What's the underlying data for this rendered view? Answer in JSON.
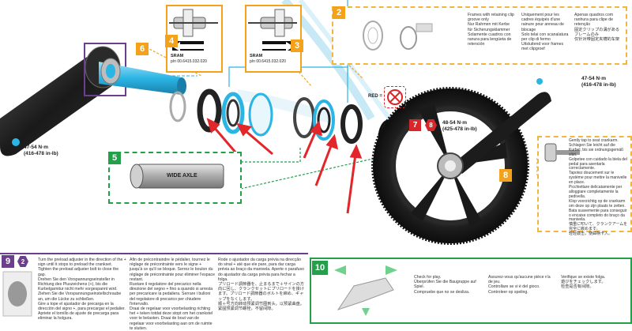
{
  "colors": {
    "orange": "#f4a21a",
    "green": "#22a04a",
    "purple": "#6b3f8e",
    "red": "#d9262b",
    "blue": "#2bb5e5"
  },
  "steps": {
    "s2": "2",
    "s3": "3",
    "s4": "4",
    "s5": "5",
    "s6": "6",
    "s7": "7",
    "s8": "8",
    "s9": "9",
    "s10": "10"
  },
  "hex": {
    "h8": "8",
    "h2": "2"
  },
  "tools": {
    "sram_label": "SRAM",
    "sram_pn": "p/n 00.6415.032.020",
    "wide_axle": "WIDE AXLE",
    "red_eq": "RED ="
  },
  "torque": {
    "left": "47-54 N·m\n(416-478 in-lb)",
    "right": "47-54 N·m\n(416-478 in-lb)",
    "chainring": "48-54 N·m\n(425-478 in-lb)"
  },
  "step2": {
    "col1": "Frames with retaining clip groove only\nNur Rahmen mit Kerbe für Sicherungsklammer\nSolamente cuadros con ranura para lengüeta de retención",
    "col2": "Uniquement pour les cadres équipés d'une rainure pour anneau de blocage\nSolo telai con scanalatura per clip di fermo\nUitsluitend voor frames met clipgroef",
    "col3": "Apenas quadros com ranhura para clipe de retenção\n固定クリップの溝があるフレームのみ\n仅针对带固定夹槽的车架"
  },
  "step8": "Gently tap to seat crankarm.\nSchlagen Sie leicht auf die Kurbel, bis sie ordnungsgemäß sitzt.\nGolpetee con cuidado la biela del pedal para asentarla correctamente.\nTapotez doucement sur le système pour mettre la manivelle en place.\nPicchiettare delicatamente per alloggiare completamente la pedivella.\nKlop voorzichtig op de crankarm om deze op zijn plaats te zetten.\nBata suavemente para conseguir o encaixe completo do braço da manivela.\n慎重に叩いて、クランクアームを完全に嵌めます。\n轻轻敲击，使曲柄卡入。",
  "step9": {
    "col1": "Turn the preload adjuster in the direction of the + sign until it stops to preload the crankset. Tighten the preload adjuster bolt to close the gap.\nDrehen Sie den Vorspannungseinsteller in Richtung des Pluszeichens (+), bis die Kurbelgarnitur nicht mehr vorgespannt wird. Ziehen Sie die Vorspannungseinstellschraube an, um die Lücke zu schließen.\nGire a tope el ajustador de precarga en la dirección del signo +, para precargar el pedalier. Apriete el tornillo de ajuste de precarga para eliminar la holgura.",
    "col2": "Afin de précontraindre le pédalier, tournez le réglage de précontrainte vers le signe + jusqu'à ce qu'il se bloque. Serrez le boulon du réglage de précontrainte pour éliminer l'espace restant.\nRuotare il regolatore del precarico nella direzione del segno + fino a quando si arresta per precaricare la pedaliera. Serrare i bulloni del regolatore di precarico per chiudere l'intervallo.\nDraai de regelaar voor voorbelasting richting het + teken totdat deze stopt om het crankstel voor te belasten. Draai de bout van de regelaar voor voorbelasting aan om de ruimte te sluiten.",
    "col3": "Rode o ajustador da carga prévia na direcção do sinal + até que ele pare, para dar carga prévia ao braço da manivela. Aperte o parafuso do ajustador da carga prévia para fechar a folga.\nプリロード調節器を、止まるまで＋サインの方向に回し、クランクセットにプリロードを掛けます。プリロード調節器のボルトを締め、ギャップをなくします。\n顺＋号方向转动预紧调节圈到头，以预紧曲盘。紧固预紧调节螺栓，不留间隙。"
  },
  "step10": {
    "col1": "Check for play.\nÜberprüfen Sie die Baugruppe auf Spiel.\nCompruebe que no se desliza.",
    "col2": "Assurez-vous qu'aucune pièce n'a de jeu.\nControllare se vi è del gioco.\nControleer op speling.",
    "col3": "Verifique se existe folga.\n遊びをチェックします。\n检查是否有间隙。"
  }
}
